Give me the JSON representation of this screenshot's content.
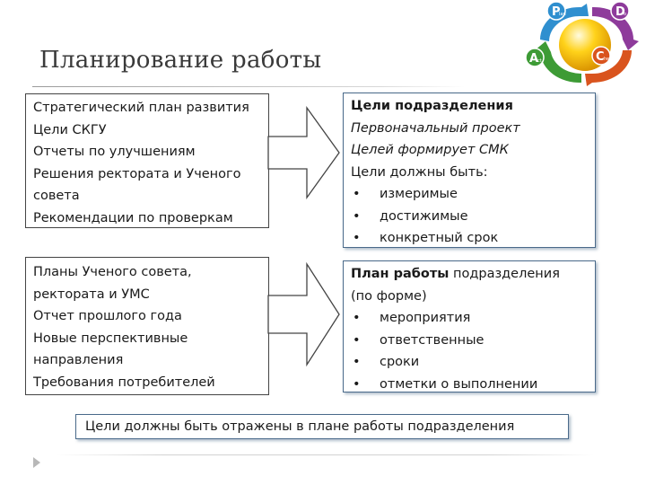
{
  "slide": {
    "title": "Планирование работы",
    "left_top": [
      "Стратегический план развития",
      "Цели СКГУ",
      "Отчеты по улучшениям",
      "Решения ректората и Ученого",
      "совета",
      "Рекомендации по проверкам"
    ],
    "left_bottom": [
      "Планы Ученого совета,",
      "ректората и УМС",
      "Отчет прошлого года",
      "Новые перспективные",
      "направления",
      "Требования потребителей"
    ],
    "right_top": {
      "heading": "Цели подразделения",
      "italic_lines": [
        "Первоначальный проект",
        "Целей формирует СМК"
      ],
      "intro": "Цели должны быть:",
      "bullets": [
        "измеримые",
        "достижимые",
        "конкретный срок"
      ]
    },
    "right_bottom": {
      "heading_bold": "План работы",
      "heading_rest": " подразделения",
      "subheading": "(по форме)",
      "bullets": [
        "мероприятия",
        "ответственные",
        "сроки",
        "отметки о  выполнении"
      ]
    },
    "bullet_char": "•",
    "conclusion": "Цели должны быть отражены в плане работы подразделения"
  },
  "pdca_logo": {
    "letters": [
      "P",
      "D",
      "A",
      "C"
    ],
    "small_texts": [
      "lan",
      "o",
      "ct",
      "heck"
    ],
    "colors": {
      "plan": "#2f8fcf",
      "do": "#8e3b9b",
      "check": "#d9541e",
      "act": "#3d9b35",
      "sphere": "#ffd21a"
    }
  }
}
